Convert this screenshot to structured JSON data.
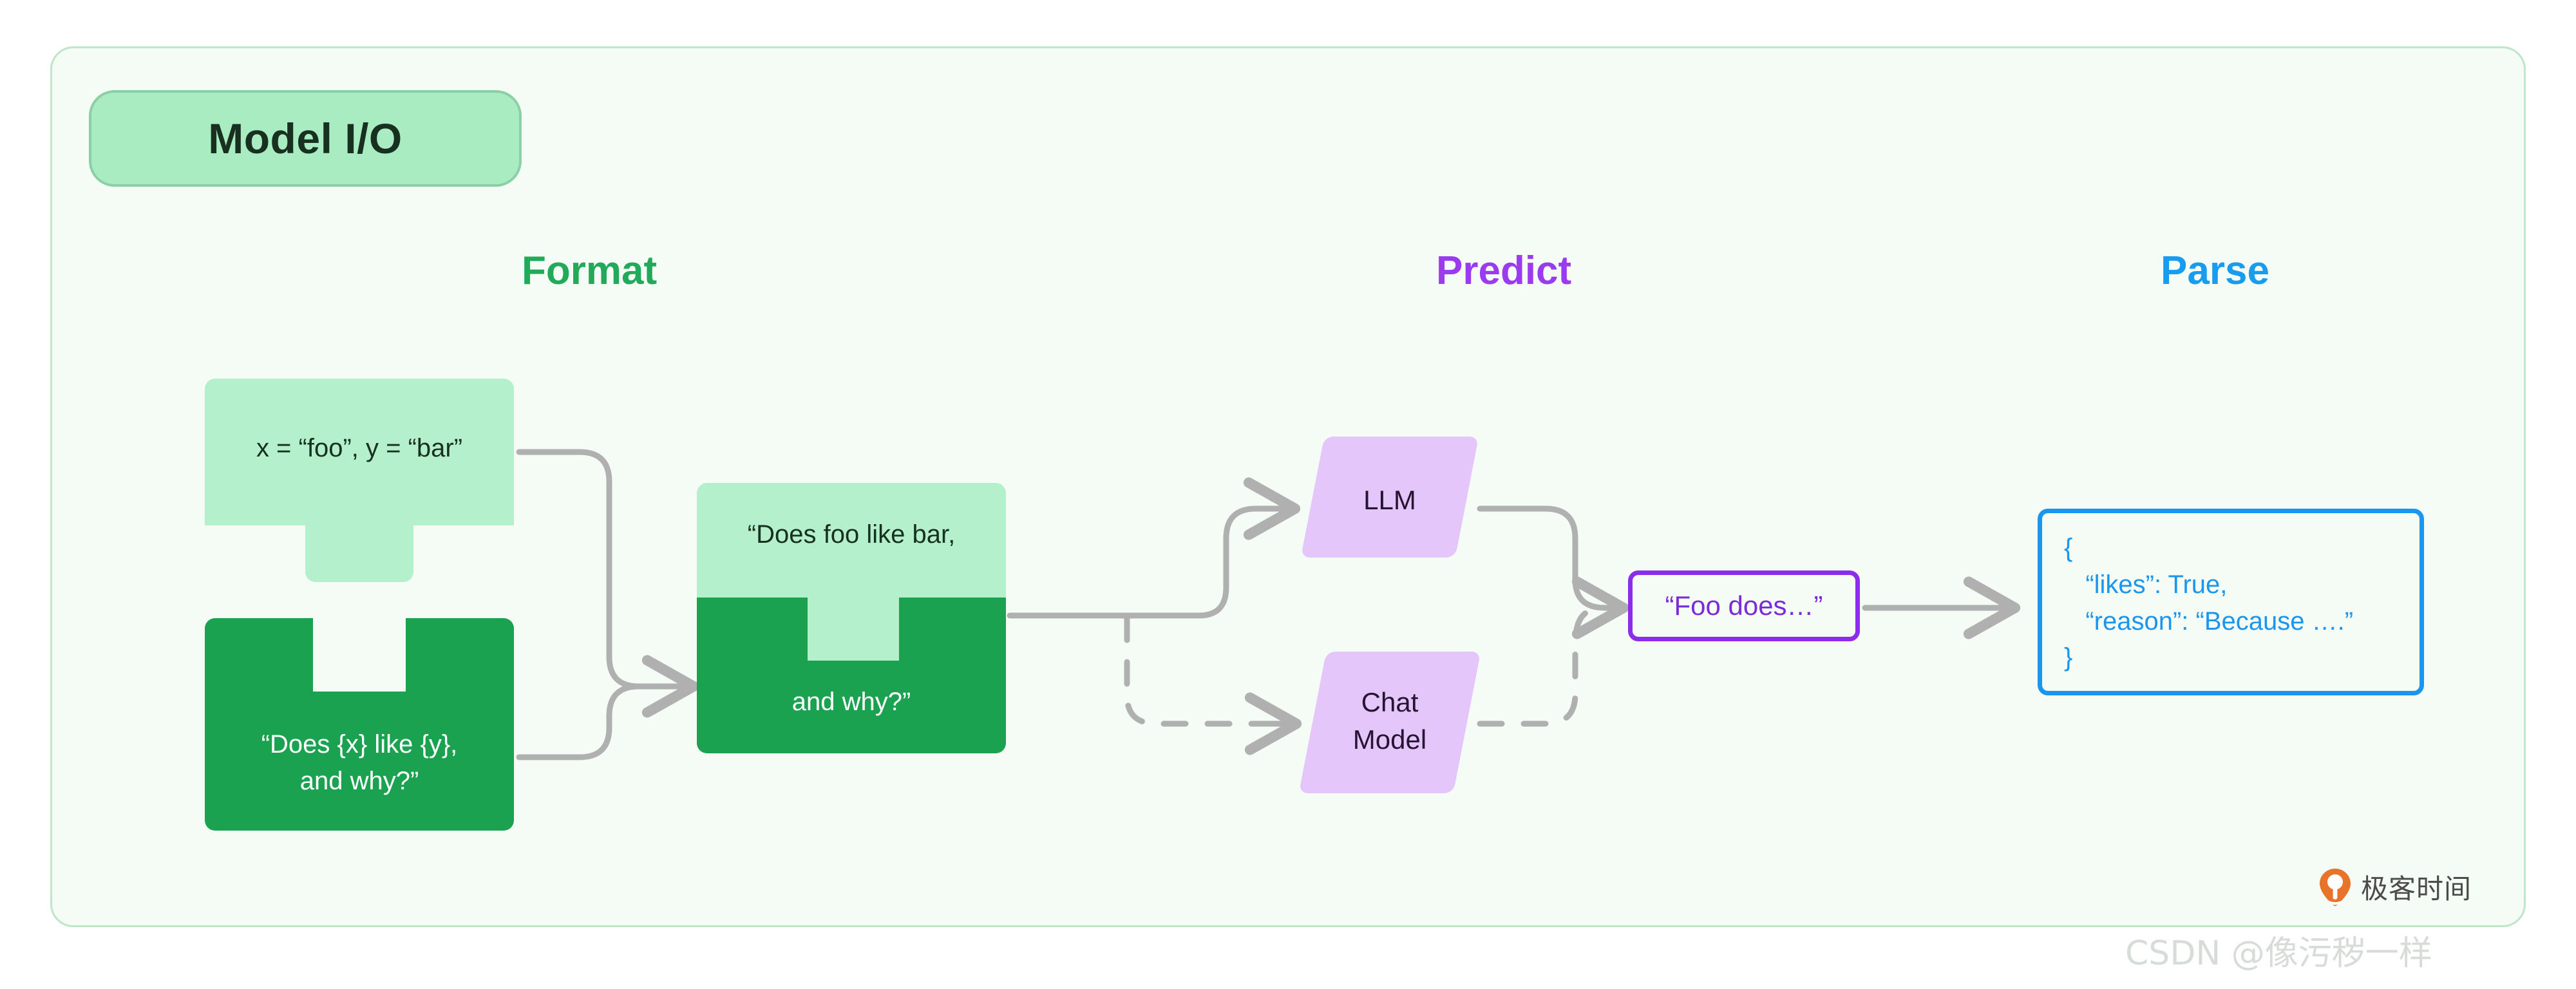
{
  "panel": {
    "badge_label": "Model I/O"
  },
  "sections": [
    {
      "key": "format",
      "label": "Format",
      "color": "#22aa5b"
    },
    {
      "key": "predict",
      "label": "Predict",
      "color": "#9b3bf0"
    },
    {
      "key": "parse",
      "label": "Parse",
      "color": "#179cf0"
    }
  ],
  "format": {
    "variables_piece": {
      "text": "x = “foo”, y = “bar”",
      "fill": "#b4f0cb"
    },
    "template_piece": {
      "text": "“Does {x} like {y},\nand why?”",
      "fill": "#1ba250"
    },
    "merged_piece": {
      "top_text": "“Does foo like bar,",
      "bottom_text": "and why?”",
      "top_fill": "#b4f0cb",
      "bottom_fill": "#1ba250"
    }
  },
  "predict": {
    "models": [
      {
        "key": "llm",
        "label": "LLM",
        "fill": "#e5c6fb",
        "edge": "solid"
      },
      {
        "key": "chat",
        "label": "Chat\nModel",
        "fill": "#e5c6fb",
        "edge": "dashed"
      }
    ],
    "response_box": {
      "text": "“Foo does…”",
      "border": "#8c2ced",
      "text_color": "#7a2bdb"
    }
  },
  "parse": {
    "json_box": {
      "border": "#1a96ef",
      "text_color": "#1a96ef",
      "lines": [
        "{",
        "   “likes”: True,",
        "   “reason”: “Because ….”",
        "}"
      ]
    }
  },
  "footer": {
    "brand_text": "极客时间",
    "brand_color": "#e8742c",
    "watermark": "CSDN @像污秽一样"
  },
  "theme": {
    "panel_bg": "#f4fcf5",
    "panel_border": "#bfe6c8",
    "badge_bg": "#a9ecc2",
    "badge_border": "#8ccfa6",
    "wire_color": "#b0b0b0"
  }
}
